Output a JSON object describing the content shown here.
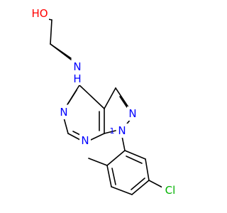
{
  "colors": {
    "background": "#ffffff",
    "bond": "#000000",
    "nitrogen": "#0000ff",
    "oxygen": "#ff0000",
    "chlorine": "#00b200"
  },
  "atoms": {
    "hydroxyl": "HO",
    "amine": "N",
    "amine_h": "H",
    "pyrimidine_n3": "N",
    "pyrimidine_n1": "N",
    "pyrazole_n2": "N",
    "pyrazole_n1": "N",
    "pyrazole_n1_locant": "1",
    "chlorine": "Cl"
  }
}
